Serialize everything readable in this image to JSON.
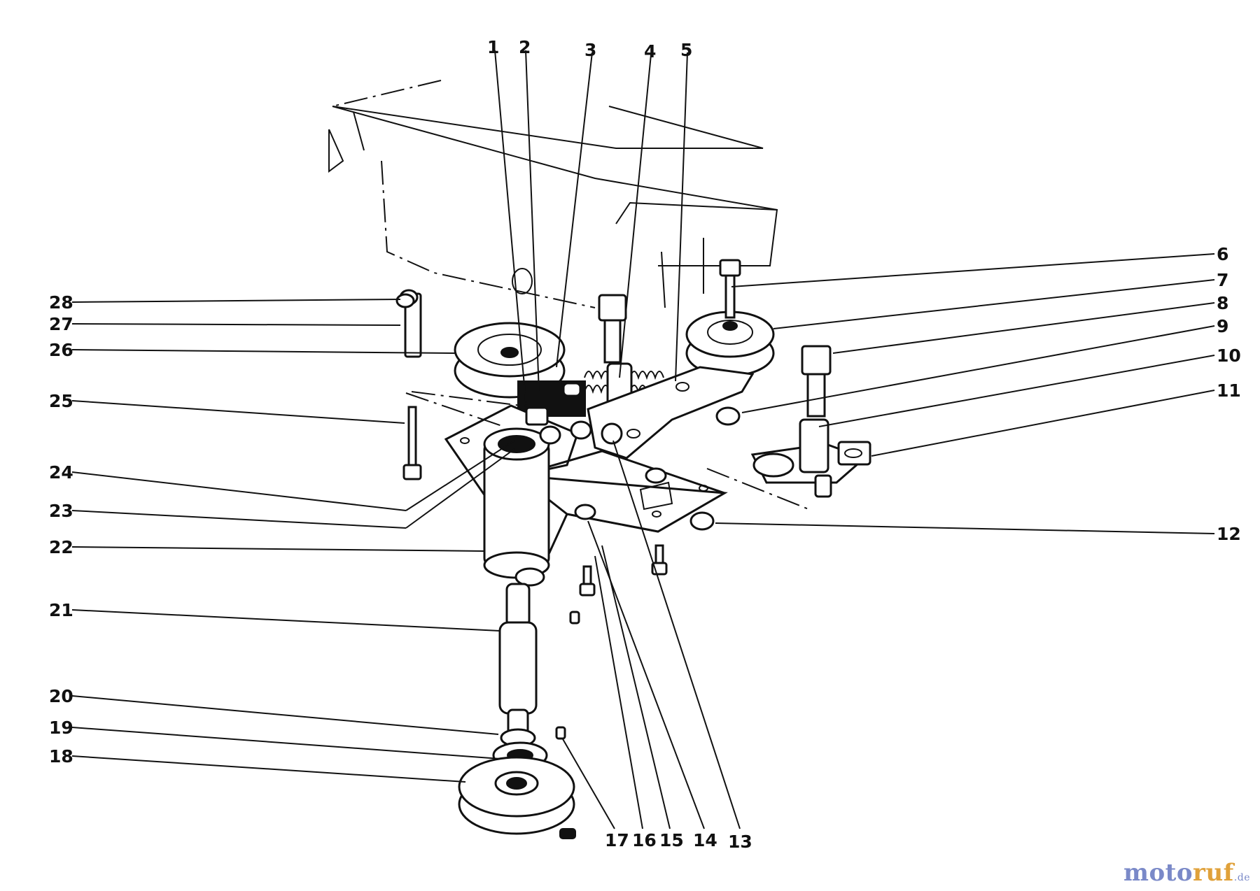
{
  "callouts": [
    "1",
    "2",
    "3",
    "4",
    "5",
    "6",
    "7",
    "8",
    "9",
    "10",
    "11",
    "12",
    "13",
    "14",
    "15",
    "16",
    "17",
    "18",
    "19",
    "20",
    "21",
    "22",
    "23",
    "24",
    "25",
    "26",
    "27",
    "28"
  ],
  "watermark": {
    "part1": "moto",
    "part2": "ruf",
    "suffix": ".de"
  },
  "colors": {
    "ink": "#111111",
    "watermark_blue": "#7a89c8",
    "watermark_orange": "#e0a13a"
  }
}
